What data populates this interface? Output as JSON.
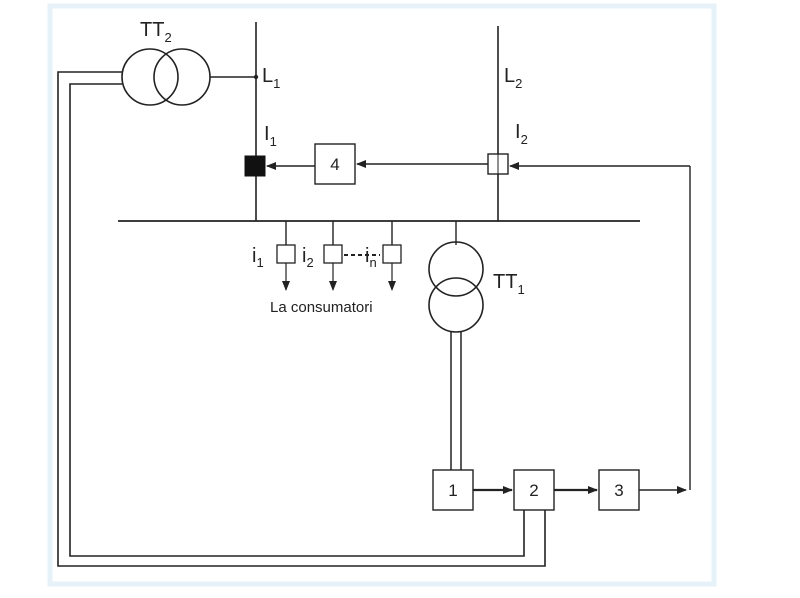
{
  "diagram": {
    "labels": {
      "tt2": {
        "main": "TT",
        "sub": "2"
      },
      "tt1": {
        "main": "TT",
        "sub": "1"
      },
      "l1": {
        "main": "L",
        "sub": "1"
      },
      "l2": {
        "main": "L",
        "sub": "2"
      },
      "I1": {
        "main": "I",
        "sub": "1"
      },
      "I2": {
        "main": "I",
        "sub": "2"
      },
      "i1": {
        "main": "i",
        "sub": "1"
      },
      "i2": {
        "main": "i",
        "sub": "2"
      },
      "in": {
        "main": "i",
        "sub": "n"
      },
      "consumers": "La consumatori"
    },
    "blocks": {
      "b1": "1",
      "b2": "2",
      "b3": "3",
      "b4": "4"
    },
    "colors": {
      "line": "#222222",
      "frame": "#e6f2f7",
      "filled_sensor": "#111111"
    }
  }
}
